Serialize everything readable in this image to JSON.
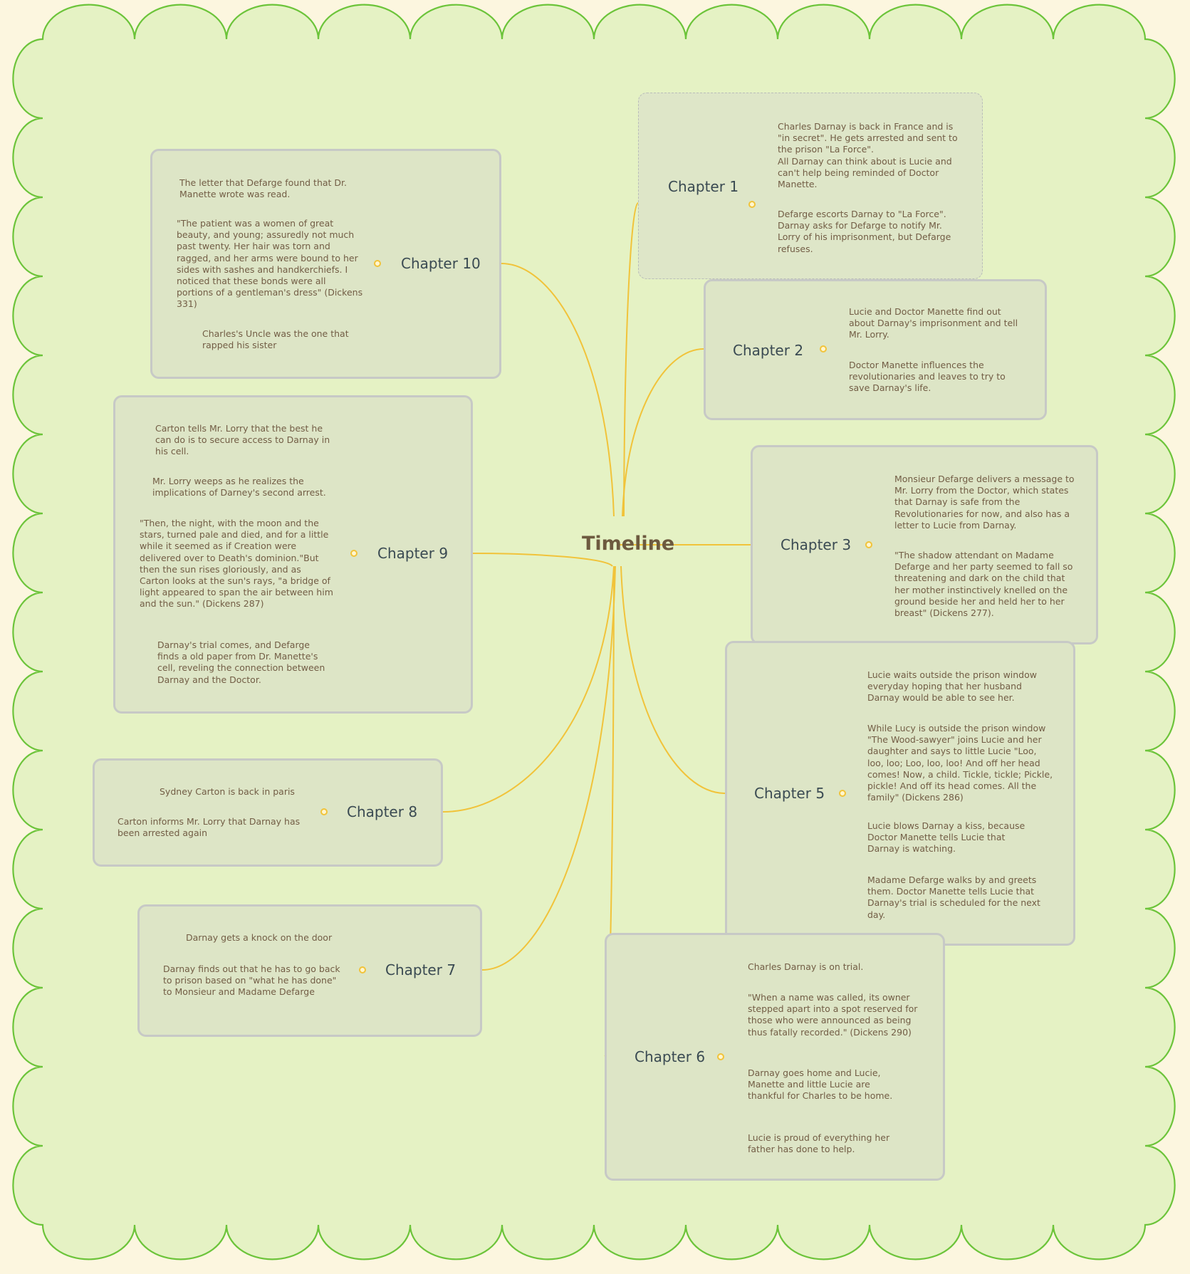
{
  "diagram": {
    "colors": {
      "page_bg": "#fcf6df",
      "frame_fill": "#e5f2c4",
      "frame_stroke": "#6cc43a",
      "branch": "#f1c33a",
      "group_fill": "#dde5c6",
      "group_border": "#c7c9c6",
      "topic_text": "#3a4a52",
      "note_text": "#725d45",
      "root_text": "#6d5a3f"
    },
    "root": "Timeline",
    "chapters": [
      {
        "title": "Chapter 1",
        "notes": [
          "Charles Darnay is back in France and is \"in secret\". He gets arrested and sent to the prison \"La Force\".\nAll Darnay can think about is Lucie and can't help being reminded of Doctor Manette.",
          "Defarge escorts Darnay to \"La Force\". Darnay asks for Defarge to notify Mr. Lorry of his imprisonment, but Defarge refuses."
        ]
      },
      {
        "title": "Chapter 2",
        "notes": [
          "Lucie and Doctor Manette find out about Darnay's imprisonment and tell Mr. Lorry.",
          "Doctor Manette influences the revolutionaries and leaves to try to save Darnay's life."
        ]
      },
      {
        "title": "Chapter 3",
        "notes": [
          "Monsieur Defarge delivers a message to Mr. Lorry from the Doctor, which states that Darnay is safe from the Revolutionaries for now, and also has a letter to Lucie from Darnay.",
          "\"The shadow attendant on Madame Defarge and her party seemed to fall so threatening and dark on the child that her mother instinctively knelled on the ground beside her and held her to her breast\" (Dickens 277)."
        ]
      },
      {
        "title": "Chapter 5",
        "notes": [
          "Lucie waits outside the prison window everyday hoping that her husband Darnay would be able to see her.",
          "While Lucy is outside the prison window \"The Wood-sawyer\" joins Lucie and her daughter and says to little Lucie \"Loo, loo, loo; Loo, loo, loo! And off her head comes! Now, a child. Tickle, tickle; Pickle, pickle! And off its head comes. All the family\" (Dickens 286)",
          "Lucie blows Darnay a kiss, because Doctor Manette tells Lucie that Darnay is watching.",
          "Madame Defarge walks by and greets them. Doctor Manette tells Lucie that Darnay's trial is scheduled for the next day."
        ]
      },
      {
        "title": "Chapter 6",
        "notes": [
          "Charles Darnay is on trial.",
          "\"When a name was called, its owner stepped apart into a spot reserved for those who were announced as being thus fatally recorded.\" (Dickens 290)",
          "Darnay goes home and Lucie, Manette and little Lucie are thankful for Charles to be home.",
          "Lucie is proud of everything her father has done to help."
        ]
      },
      {
        "title": "Chapter 7",
        "notes": [
          "Darnay gets a knock on the door",
          "Darnay finds out that he has to go back to prison based on \"what he has done\" to Monsieur and Madame Defarge"
        ]
      },
      {
        "title": "Chapter 8",
        "notes": [
          "Sydney Carton is back in paris",
          "Carton informs Mr. Lorry that Darnay has been arrested again"
        ]
      },
      {
        "title": "Chapter 9",
        "notes": [
          "Carton tells Mr. Lorry that the best he can do is to secure access to Darnay in his cell.",
          "Mr. Lorry weeps as he realizes the implications of Darney's second arrest.",
          "\"Then, the night, with the moon and the stars, turned pale and died, and for a little while it seemed as if Creation were delivered over to Death's dominion.\"But then the sun rises gloriously, and as Carton looks at the sun's rays, \"a bridge of light appeared to span the air between him and the sun.\" (Dickens 287)",
          "Darnay's trial comes, and Defarge finds a old paper from Dr. Manette's cell, reveling the connection between Darnay and the Doctor."
        ]
      },
      {
        "title": "Chapter 10",
        "notes": [
          "The letter that Defarge found that Dr. Manette wrote was read.",
          "\"The patient was a women of great beauty, and young; assuredly not much past twenty. Her hair was torn and ragged, and her arms were bound to her sides with sashes and handkerchiefs. I noticed that these bonds were all portions of a gentleman's dress\" (Dickens 331)",
          "Charles's Uncle was the one that rapped his sister"
        ]
      }
    ]
  }
}
